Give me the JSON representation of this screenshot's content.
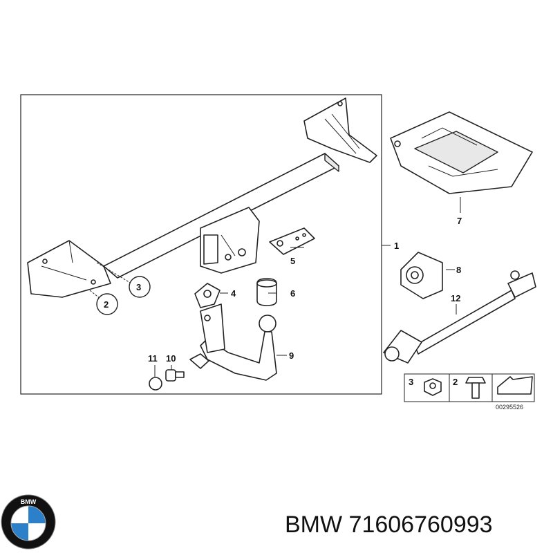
{
  "caption": {
    "brand": "BMW",
    "part_number": "71606760993"
  },
  "diagram": {
    "labels": {
      "l1": "1",
      "l2": "2",
      "l3": "3",
      "l4": "4",
      "l5": "5",
      "l6": "6",
      "l7": "7",
      "l8": "8",
      "l9": "9",
      "l10": "10",
      "l11": "11",
      "l12": "12"
    },
    "legend": {
      "key3": "3",
      "key2": "2",
      "code": "00295526"
    }
  },
  "logo": {
    "letters": "BMW",
    "colors": {
      "blue": "#2c80c9",
      "white": "#ffffff",
      "ring": "#111111"
    }
  }
}
